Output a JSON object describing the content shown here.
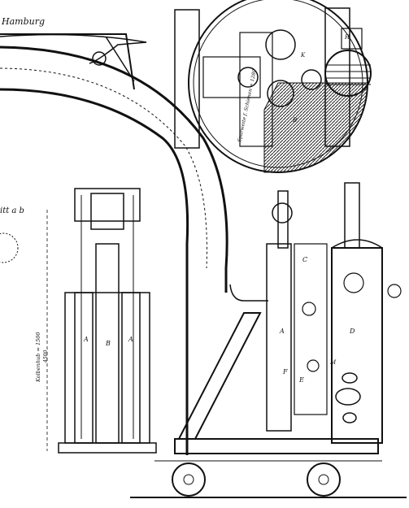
{
  "title_fragment": "Hamburg",
  "section_fragment": "itt a b",
  "dimension_vertical": "Kolbenhub = 1500",
  "dimension_vertical_2": "4500",
  "dimension_circle": "Spurweite f. Schienen = 1280",
  "part_labels": [
    "A",
    "B",
    "A",
    "A",
    "C",
    "D",
    "E",
    "F",
    "K",
    "H",
    "M",
    "B"
  ],
  "colors": {
    "ink": "#111111",
    "paper": "#ffffff",
    "hatch": "#222222"
  }
}
